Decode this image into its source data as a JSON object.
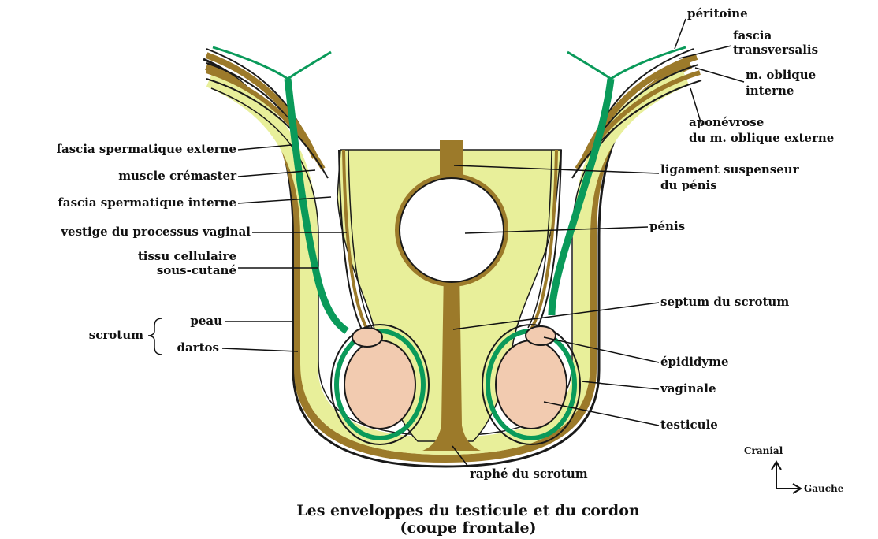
{
  "labels": {
    "peritoine": "péritoine",
    "fascia_transversalis_1": "fascia",
    "fascia_transversalis_2": "transversalis",
    "oblique_interne_1": "m. oblique",
    "oblique_interne_2": "interne",
    "aponevrose_1": "aponévrose",
    "aponevrose_2": "du m. oblique externe",
    "ligament_1": "ligament suspenseur",
    "ligament_2": "du pénis",
    "penis": "pénis",
    "septum": "septum du scrotum",
    "epididyme": "épididyme",
    "vaginale": "vaginale",
    "testicule": "testicule",
    "raphe": "raphé du scrotum",
    "fascia_sperm_externe": "fascia spermatique externe",
    "muscle_cremaster": "muscle crémaster",
    "fascia_sperm_interne": "fascia spermatique interne",
    "vestige": "vestige du processus vaginal",
    "tissu_1": "tissu cellulaire",
    "tissu_2": "sous-cutané",
    "scrotum": "scrotum",
    "peau": "peau",
    "dartos": "dartos"
  },
  "caption": {
    "line1": "Les enveloppes du testicule et du cordon",
    "line2": "(coupe frontale)"
  },
  "orientation": {
    "cranial": "Cranial",
    "gauche": "Gauche"
  },
  "colors": {
    "skin_yellow": "#e8ef9a",
    "muscle_brown": "#9c7a2a",
    "peritoneum_green": "#0a9a5a",
    "testis_pink": "#f2cbb0",
    "line_dark": "#1a1a1a"
  }
}
